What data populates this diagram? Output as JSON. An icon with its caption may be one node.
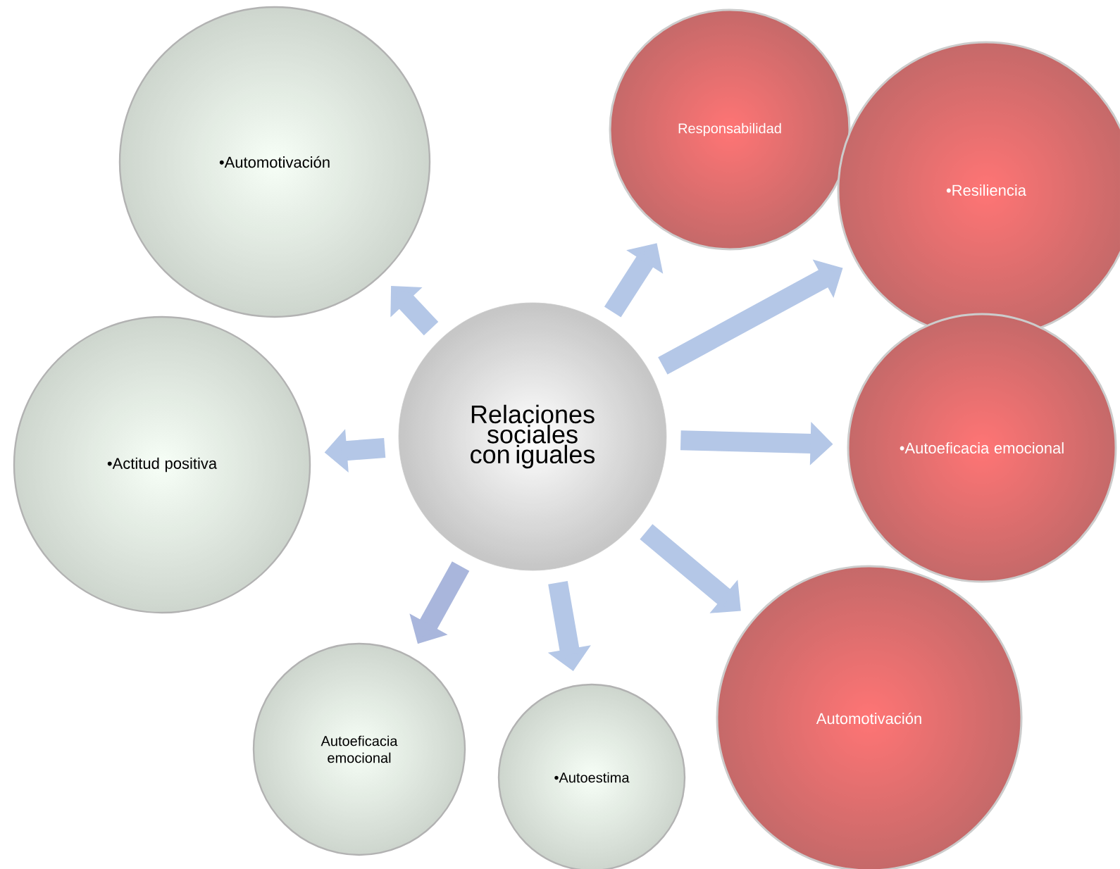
{
  "diagram": {
    "nodes": [
      {
        "text": [
          "Relaciones sociales con iguales"
        ]
      },
      {
        "text": [
          "•Automotivación"
        ]
      },
      {
        "text": [
          "Responsabilidad"
        ]
      },
      {
        "text": [
          "•Resiliencia"
        ]
      },
      {
        "text": [
          "•Actitud positiva"
        ]
      },
      {
        "text": [
          "•Autoeficacia emocional"
        ]
      },
      {
        "text": [
          "Autoeficacia emocional"
        ]
      },
      {
        "text": [
          "•Autoestima"
        ]
      },
      {
        "text": [
          "Automotivación"
        ]
      }
    ],
    "edges": [
      {
        "from": 0,
        "to": 1,
        "arrow": "to"
      },
      {
        "from": 0,
        "to": 2,
        "arrow": "to"
      },
      {
        "from": 0,
        "to": 3,
        "arrow": "to"
      },
      {
        "from": 0,
        "to": 4,
        "arrow": "to"
      },
      {
        "from": 0,
        "to": 5,
        "arrow": "to"
      },
      {
        "from": 0,
        "to": 6,
        "arrow": "to",
        "color": "#a9b6dc"
      },
      {
        "from": 0,
        "to": 7,
        "arrow": "to"
      },
      {
        "from": 0,
        "to": 8,
        "arrow": "to"
      }
    ]
  }
}
